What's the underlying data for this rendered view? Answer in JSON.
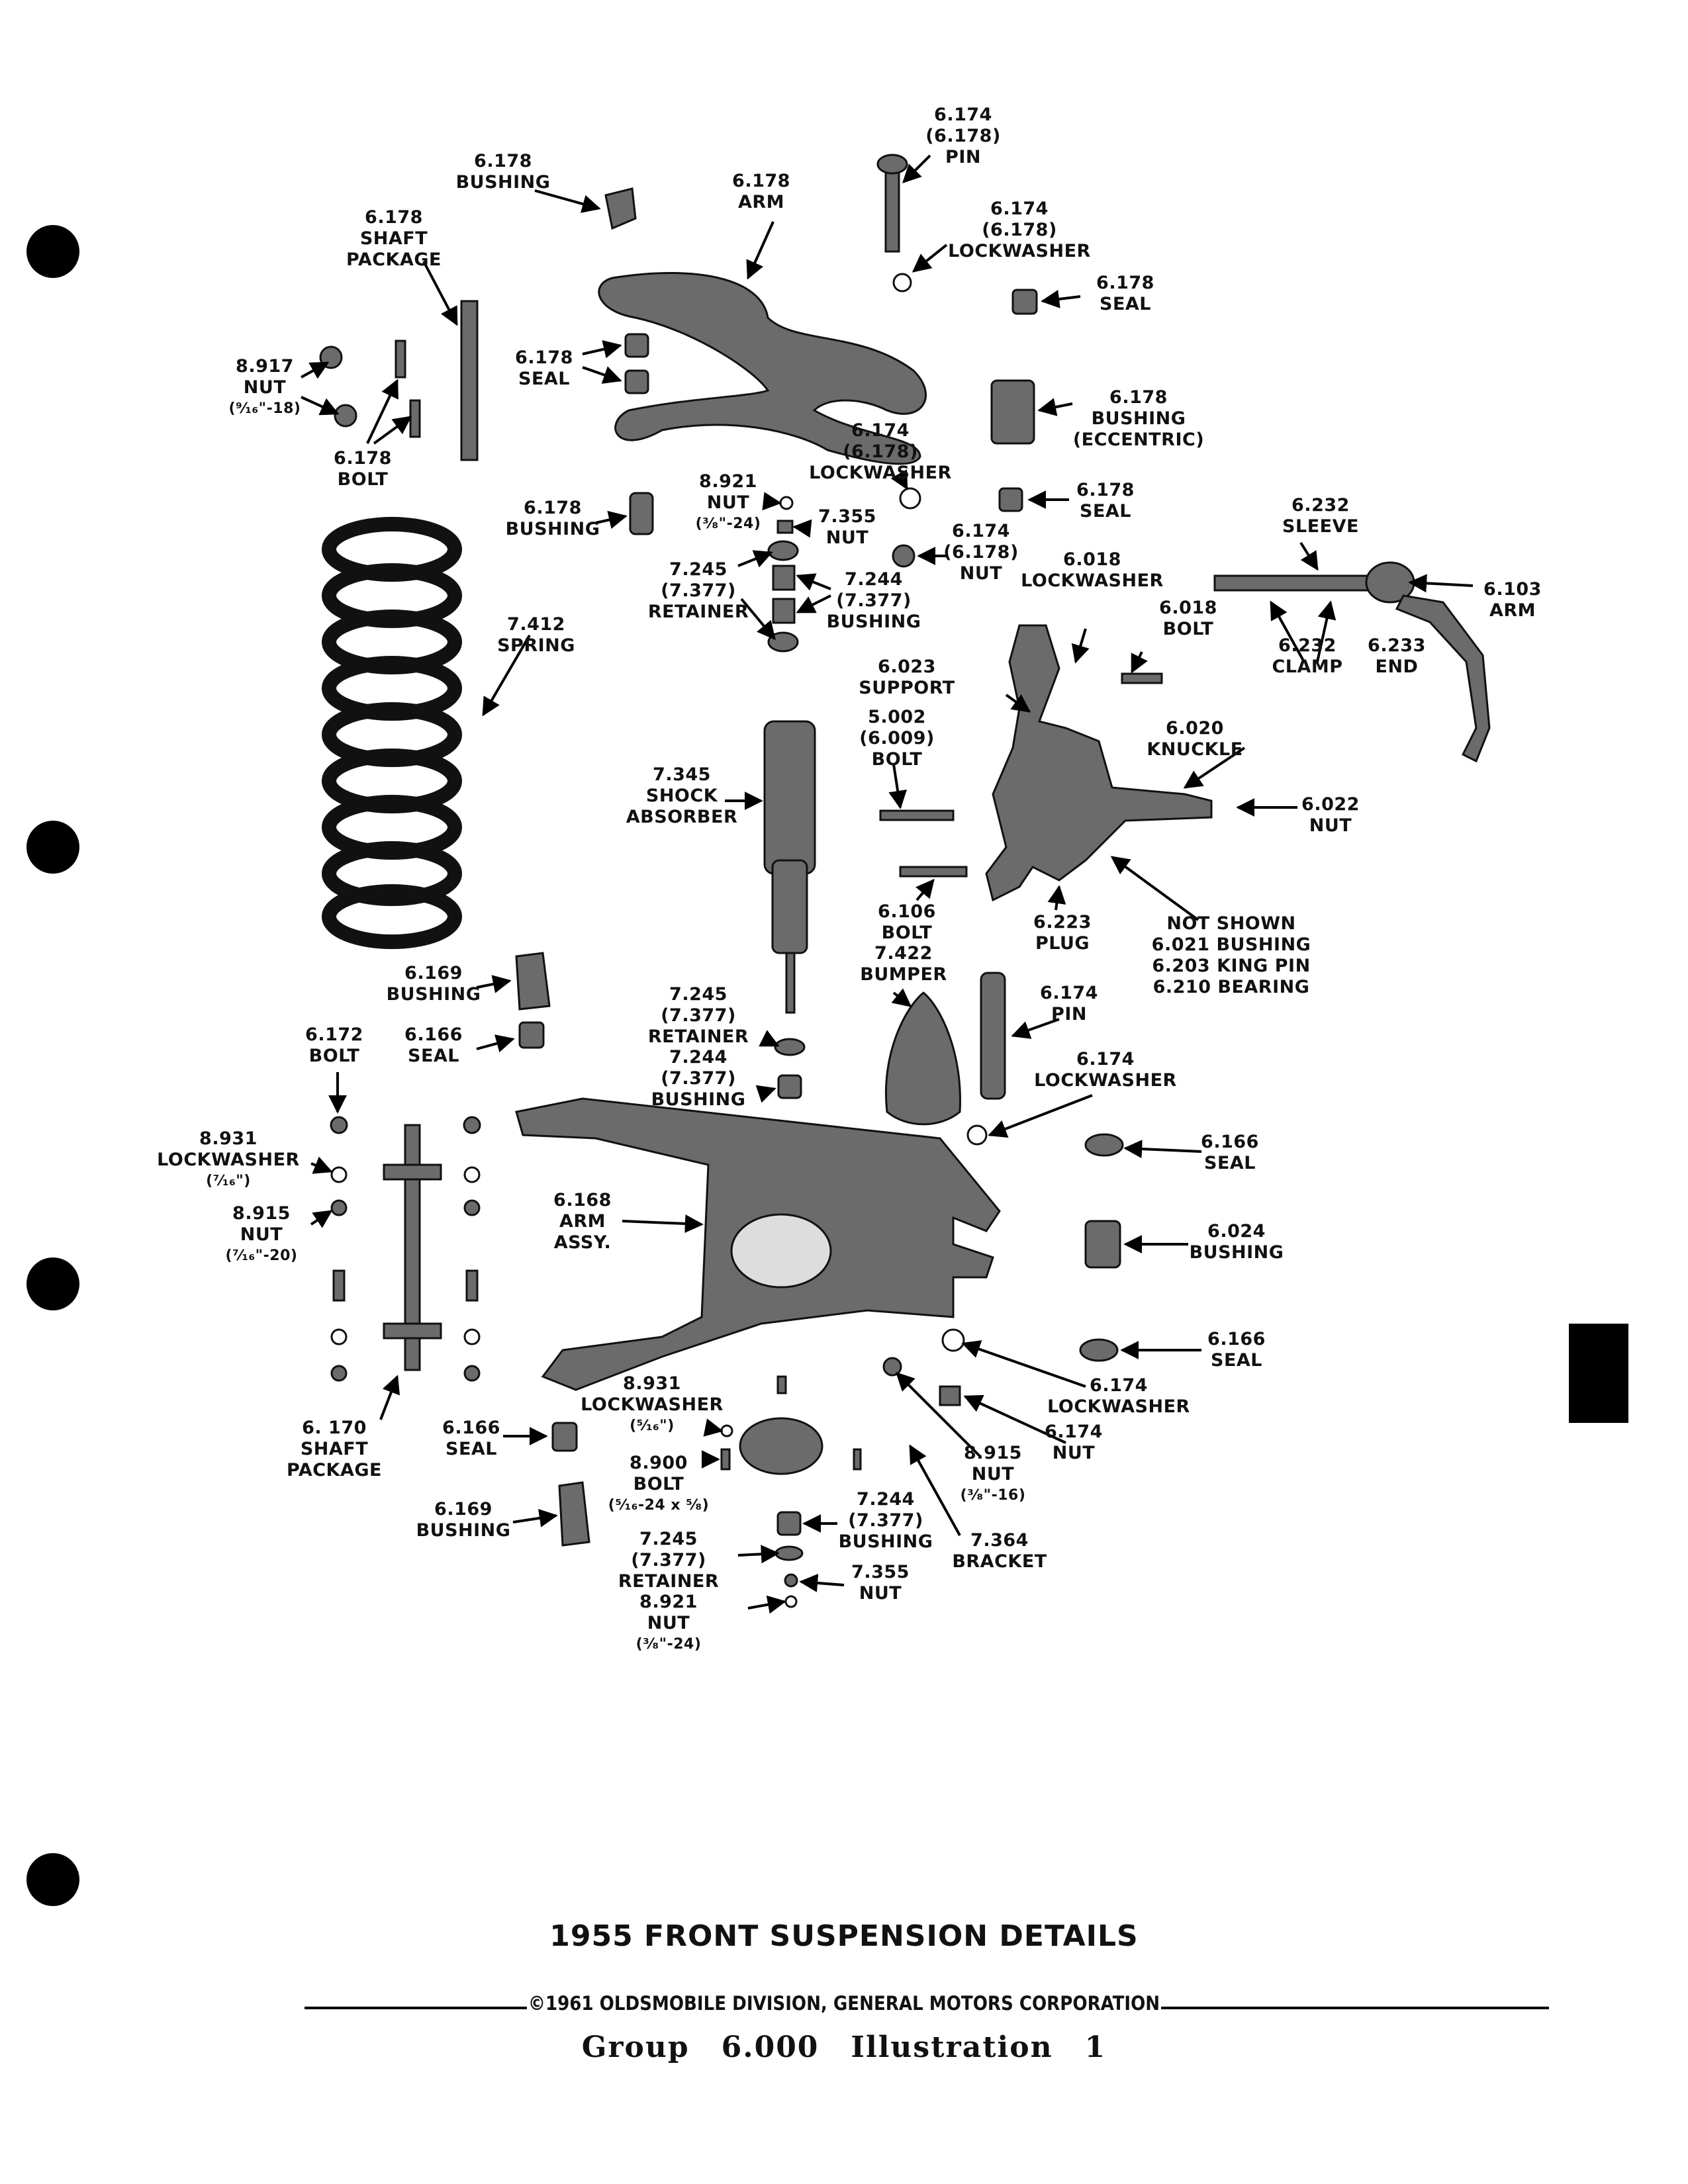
{
  "title": "1955 FRONT SUSPENSION DETAILS",
  "copyright": "©1961 OLDSMOBILE DIVISION, GENERAL MOTORS CORPORATION",
  "footer": {
    "group_word": "Group",
    "group_number": "6.000",
    "illustration_word": "Illustration",
    "illustration_number": "1"
  },
  "callouts": [
    {
      "id": "pin-6174-top",
      "lines": [
        "6.174",
        "(6.178)",
        "PIN"
      ]
    },
    {
      "id": "bushing-6178-top",
      "lines": [
        "6.178",
        "BUSHING"
      ]
    },
    {
      "id": "arm-6178",
      "lines": [
        "6.178",
        "ARM"
      ]
    },
    {
      "id": "shaft-package-6178",
      "lines": [
        "6.178",
        "SHAFT",
        "PACKAGE"
      ]
    },
    {
      "id": "lockwasher-6174-top",
      "lines": [
        "6.174",
        "(6.178)",
        "LOCKWASHER"
      ]
    },
    {
      "id": "seal-6178-right",
      "lines": [
        "6.178",
        "SEAL"
      ]
    },
    {
      "id": "nut-8917",
      "lines": [
        "8.917",
        "NUT",
        "(⁹⁄₁₆\"-18)"
      ]
    },
    {
      "id": "seal-6178-left",
      "lines": [
        "6.178",
        "SEAL"
      ]
    },
    {
      "id": "bushing-eccentric-6178",
      "lines": [
        "6.178",
        "BUSHING",
        "(ECCENTRIC)"
      ]
    },
    {
      "id": "bolt-6178",
      "lines": [
        "6.178",
        "BOLT"
      ]
    },
    {
      "id": "lockwasher-6174-mid",
      "lines": [
        "6.174",
        "(6.178)",
        "LOCKWASHER"
      ]
    },
    {
      "id": "bushing-6178-left",
      "lines": [
        "6.178",
        "BUSHING"
      ]
    },
    {
      "id": "nut-8921-top",
      "lines": [
        "8.921",
        "NUT",
        "(³⁄₈\"-24)"
      ]
    },
    {
      "id": "nut-7355-top",
      "lines": [
        "7.355",
        "NUT"
      ]
    },
    {
      "id": "seal-6178-mid",
      "lines": [
        "6.178",
        "SEAL"
      ]
    },
    {
      "id": "nut-6174-mid",
      "lines": [
        "6.174",
        "(6.178)",
        "NUT"
      ]
    },
    {
      "id": "sleeve-6232",
      "lines": [
        "6.232",
        "SLEEVE"
      ]
    },
    {
      "id": "retainer-7245-top",
      "lines": [
        "7.245",
        "(7.377)",
        "RETAINER"
      ]
    },
    {
      "id": "bushing-7244-top",
      "lines": [
        "7.244",
        "(7.377)",
        "BUSHING"
      ]
    },
    {
      "id": "lockwasher-6018",
      "lines": [
        "6.018",
        "LOCKWASHER"
      ]
    },
    {
      "id": "bolt-6018",
      "lines": [
        "6.018",
        "BOLT"
      ]
    },
    {
      "id": "arm-6103",
      "lines": [
        "6.103",
        "ARM"
      ]
    },
    {
      "id": "spring-7412",
      "lines": [
        "7.412",
        "SPRING"
      ]
    },
    {
      "id": "clamp-6232",
      "lines": [
        "6.232",
        "CLAMP"
      ]
    },
    {
      "id": "end-6233",
      "lines": [
        "6.233",
        "END"
      ]
    },
    {
      "id": "support-6023",
      "lines": [
        "6.023",
        "SUPPORT"
      ]
    },
    {
      "id": "bolt-5002",
      "lines": [
        "5.002",
        "(6.009)",
        "BOLT"
      ]
    },
    {
      "id": "knuckle-6020",
      "lines": [
        "6.020",
        "KNUCKLE"
      ]
    },
    {
      "id": "shock-7345",
      "lines": [
        "7.345",
        "SHOCK",
        "ABSORBER"
      ]
    },
    {
      "id": "nut-6022",
      "lines": [
        "6.022",
        "NUT"
      ]
    },
    {
      "id": "bolt-6106",
      "lines": [
        "6.106",
        "BOLT"
      ]
    },
    {
      "id": "plug-6223",
      "lines": [
        "6.223",
        "PLUG"
      ]
    },
    {
      "id": "not-shown",
      "lines": [
        "NOT  SHOWN",
        "6.021  BUSHING",
        "6.203  KING PIN",
        "6.210  BEARING"
      ]
    },
    {
      "id": "bumper-7422",
      "lines": [
        "7.422",
        "BUMPER"
      ]
    },
    {
      "id": "bushing-6169-top",
      "lines": [
        "6.169",
        "BUSHING"
      ]
    },
    {
      "id": "retainer-7245-mid",
      "lines": [
        "7.245",
        "(7.377)",
        "RETAINER"
      ]
    },
    {
      "id": "pin-6174-mid",
      "lines": [
        "6.174",
        "PIN"
      ]
    },
    {
      "id": "bolt-6172",
      "lines": [
        "6.172",
        "BOLT"
      ]
    },
    {
      "id": "seal-6166-left",
      "lines": [
        "6.166",
        "SEAL"
      ]
    },
    {
      "id": "bushing-7244-mid",
      "lines": [
        "7.244",
        "(7.377)",
        "BUSHING"
      ]
    },
    {
      "id": "lockwasher-6174-right",
      "lines": [
        "6.174",
        "LOCKWASHER"
      ]
    },
    {
      "id": "lockwasher-8931-left",
      "lines": [
        "8.931",
        "LOCKWASHER",
        "(⁷⁄₁₆\")"
      ]
    },
    {
      "id": "seal-6166-right-top",
      "lines": [
        "6.166",
        "SEAL"
      ]
    },
    {
      "id": "nut-8915-left",
      "lines": [
        "8.915",
        "NUT",
        "(⁷⁄₁₆\"-20)"
      ]
    },
    {
      "id": "arm-assy-6168",
      "lines": [
        "6.168",
        "ARM",
        "ASSY."
      ]
    },
    {
      "id": "bushing-6024",
      "lines": [
        "6.024",
        "BUSHING"
      ]
    },
    {
      "id": "seal-6166-right-bottom",
      "lines": [
        "6.166",
        "SEAL"
      ]
    },
    {
      "id": "lockwasher-8931-bottom",
      "lines": [
        "8.931",
        "LOCKWASHER",
        "(⁵⁄₁₆\")"
      ]
    },
    {
      "id": "lockwasher-6174-bottom",
      "lines": [
        "6.174",
        "LOCKWASHER"
      ]
    },
    {
      "id": "shaft-package-6170",
      "lines": [
        "6. 170",
        "SHAFT",
        "PACKAGE"
      ]
    },
    {
      "id": "seal-6166-bottom",
      "lines": [
        "6.166",
        "SEAL"
      ]
    },
    {
      "id": "nut-6174-bottom",
      "lines": [
        "6.174",
        "NUT"
      ]
    },
    {
      "id": "bolt-8900",
      "lines": [
        "8.900",
        "BOLT",
        "(⁵⁄₁₆-24 x ⁵⁄₈)"
      ]
    },
    {
      "id": "nut-8915-bottom",
      "lines": [
        "8.915",
        "NUT",
        "(³⁄₈\"-16)"
      ]
    },
    {
      "id": "bushing-6169-bottom",
      "lines": [
        "6.169",
        "BUSHING"
      ]
    },
    {
      "id": "bushing-7244-bottom",
      "lines": [
        "7.244",
        "(7.377)",
        "BUSHING"
      ]
    },
    {
      "id": "bracket-7364",
      "lines": [
        "7.364",
        "BRACKET"
      ]
    },
    {
      "id": "retainer-7245-bottom",
      "lines": [
        "7.245",
        "(7.377)",
        "RETAINER"
      ]
    },
    {
      "id": "nut-7355-bottom",
      "lines": [
        "7.355",
        "NUT"
      ]
    },
    {
      "id": "nut-8921-bottom",
      "lines": [
        "8.921",
        "NUT",
        "(³⁄₈\"-24)"
      ]
    }
  ]
}
